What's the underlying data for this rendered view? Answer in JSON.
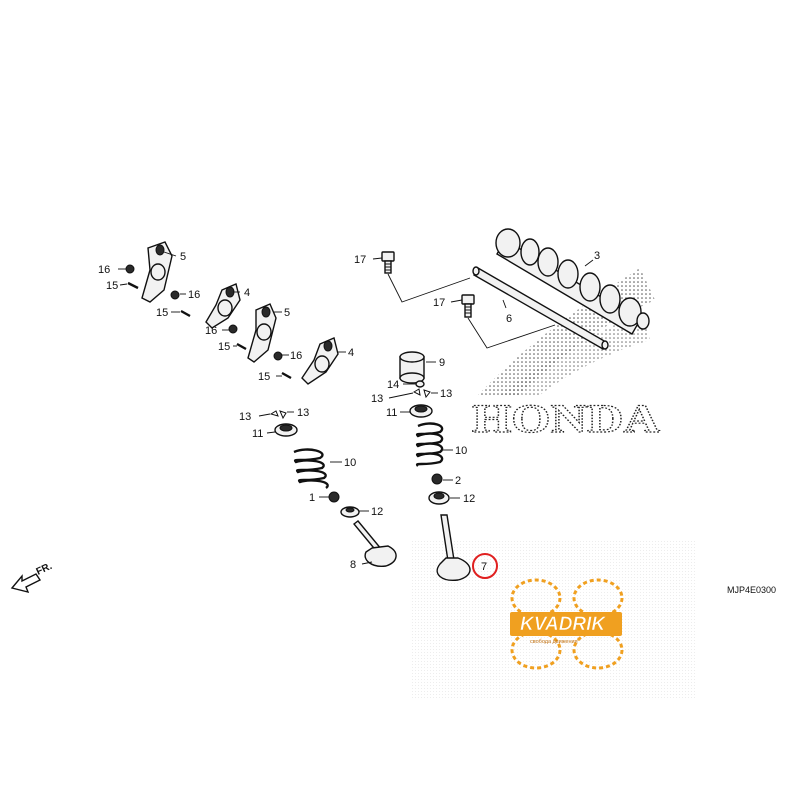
{
  "diagram": {
    "drawing_code": "MJP4E0300",
    "direction_label": "FR.",
    "brand_text": "HONDA",
    "highlighted_part": "7",
    "highlight_color": "#e02020",
    "watermark": {
      "name": "KVADRIK",
      "tagline": "свобода движения",
      "color": "#f0a020"
    },
    "labels": {
      "p1": "1",
      "p2": "2",
      "p3": "3",
      "p4a": "4",
      "p4b": "4",
      "p5a": "5",
      "p5b": "5",
      "p6": "6",
      "p7": "7",
      "p8": "8",
      "p9": "9",
      "p10a": "10",
      "p10b": "10",
      "p11a": "11",
      "p11b": "11",
      "p12a": "12",
      "p12b": "12",
      "p13a": "13",
      "p13b": "13",
      "p13c": "13",
      "p13d": "13",
      "p14": "14",
      "p15a": "15",
      "p15b": "15",
      "p15c": "15",
      "p15d": "15",
      "p16a": "16",
      "p16b": "16",
      "p16c": "16",
      "p16d": "16",
      "p17a": "17",
      "p17b": "17"
    }
  }
}
